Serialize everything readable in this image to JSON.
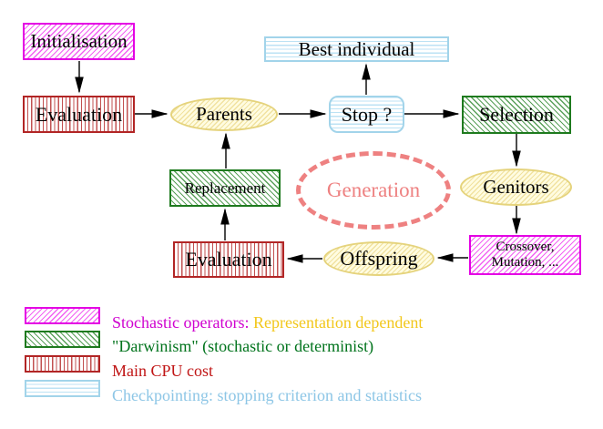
{
  "nodes": {
    "initialisation": {
      "label": "Initialisation"
    },
    "evaluation_top": {
      "label": "Evaluation"
    },
    "parents": {
      "label": "Parents"
    },
    "stop": {
      "label": "Stop ?"
    },
    "best_individual": {
      "label": "Best individual"
    },
    "selection": {
      "label": "Selection"
    },
    "genitors": {
      "label": "Genitors"
    },
    "crossover": {
      "line1": "Crossover,",
      "line2": "Mutation, ..."
    },
    "offspring": {
      "label": "Offspring"
    },
    "evaluation_bottom": {
      "label": "Evaluation"
    },
    "replacement": {
      "label": "Replacement"
    },
    "generation": {
      "label": "Generation"
    }
  },
  "legend": {
    "items": [
      {
        "swatch": "magenta-diagonal-hatch",
        "label": "Stochastic operators:",
        "label2": "Representation dependent"
      },
      {
        "swatch": "green-diagonal-hatch",
        "label": "\"Darwinism\" (stochastic or determinist)"
      },
      {
        "swatch": "red-vertical-stripes",
        "label": "Main CPU cost"
      },
      {
        "swatch": "cyan-horizontal-stripes",
        "label": "Checkpointing: stopping criterion and statistics"
      }
    ]
  },
  "colors": {
    "magenta": "#e400e4",
    "green": "#1e7a1e",
    "red": "#b22525",
    "cyan": "#a2d4ea",
    "yellow_border": "#e5d37c",
    "yellow_fill": "#fffce1",
    "salmon": "#ee8181",
    "legend_magenta_text": "#cf00cf",
    "legend_gold_text": "#f2c71b",
    "legend_green_text": "#00731c",
    "legend_red_text": "#c01515",
    "legend_cyan_text": "#8dc6e6",
    "arrow": "#000000"
  }
}
